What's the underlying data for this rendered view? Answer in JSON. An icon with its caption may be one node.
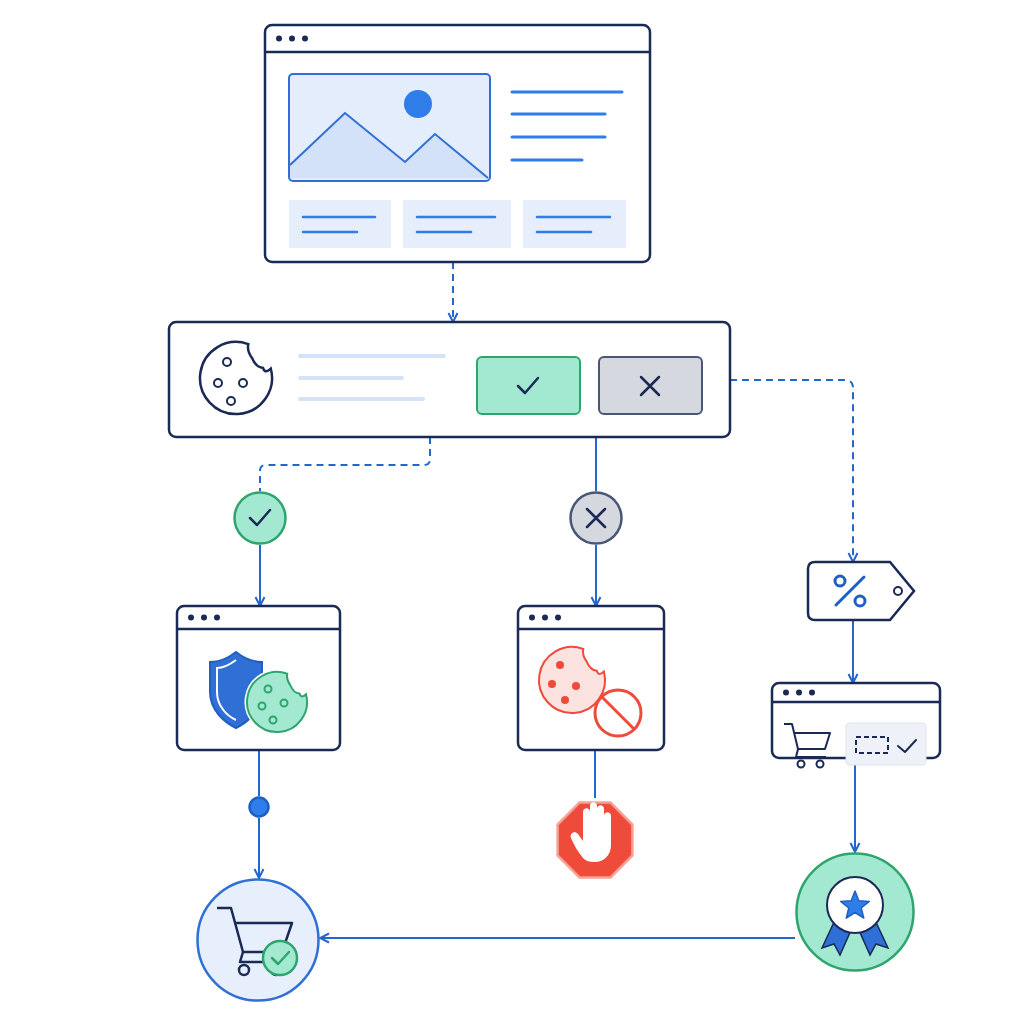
{
  "diagram": {
    "nodes": [
      {
        "text": [],
        "shape": "box"
      },
      {
        "text": [],
        "shape": "box"
      },
      {
        "text": [],
        "shape": "circle"
      },
      {
        "text": [],
        "shape": "circle"
      },
      {
        "text": [],
        "shape": "tag"
      },
      {
        "text": [],
        "shape": "box"
      },
      {
        "text": [],
        "shape": "box"
      },
      {
        "text": [],
        "shape": "box"
      },
      {
        "text": [],
        "shape": "circle"
      },
      {
        "text": [],
        "shape": "octagon"
      },
      {
        "text": [],
        "shape": "circle"
      },
      {
        "text": [],
        "shape": "circle"
      }
    ],
    "edges": [
      {
        "from": 0,
        "to": 1,
        "arrow": "to",
        "style": "dashed"
      },
      {
        "from": 1,
        "to": 2,
        "arrow": "none",
        "style": "dashed"
      },
      {
        "from": 1,
        "to": 3,
        "arrow": "none"
      },
      {
        "from": 1,
        "to": 4,
        "arrow": "to",
        "style": "dashed"
      },
      {
        "from": 2,
        "to": 5,
        "arrow": "to"
      },
      {
        "from": 3,
        "to": 6,
        "arrow": "to"
      },
      {
        "from": 4,
        "to": 7,
        "arrow": "to"
      },
      {
        "from": 5,
        "to": 8,
        "arrow": "none"
      },
      {
        "from": 8,
        "to": 10,
        "arrow": "to"
      },
      {
        "from": 6,
        "to": 9,
        "arrow": "none"
      },
      {
        "from": 7,
        "to": 11,
        "arrow": "to"
      },
      {
        "from": 11,
        "to": 10,
        "arrow": "to"
      }
    ]
  }
}
